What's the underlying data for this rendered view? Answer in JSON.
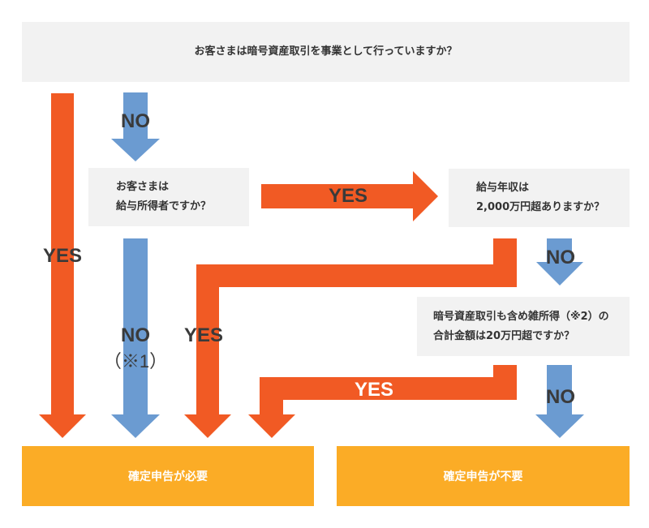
{
  "questions": {
    "q1": "お客さまは暗号資産取引を事業として行っていますか？",
    "q2": [
      "お客さまは",
      "給与所得者ですか？"
    ],
    "q3": [
      "給与年収は",
      "2,000万円超ありますか？"
    ],
    "q4": [
      "暗号資産取引も含め雑所得（※2）の",
      "合計金額は20万円超ですか？"
    ]
  },
  "results": {
    "required": "確定申告が必要",
    "not_required": "確定申告が不要"
  },
  "labels": {
    "yes": "YES",
    "no": "NO",
    "note1": "（※1）"
  },
  "colors": {
    "yes_arrow": "#f15a24",
    "no_arrow": "#6b9bd1",
    "question_box": "#f2f2f2",
    "result_box": "#fbac26"
  }
}
